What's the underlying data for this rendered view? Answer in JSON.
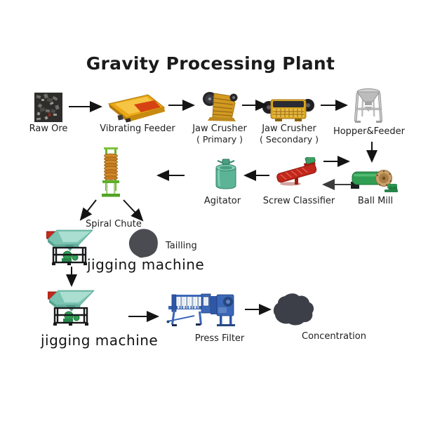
{
  "title": "Gravity Processing Plant",
  "colors": {
    "background": "#ffffff",
    "text": "#1e1e1e",
    "arrow": "#141414",
    "arrow_return": "#3c3c3c",
    "machine_yellow": "#d9a120",
    "machine_green": "#2f9e52",
    "machine_teal": "#5cb497",
    "machine_red": "#c1271b",
    "machine_blue": "#3b67b8",
    "machine_gray": "#bcbcbc",
    "ore_blob": "#45454d"
  },
  "nodes": {
    "raw_ore": {
      "label": "Raw Ore"
    },
    "vibrating_feeder": {
      "label": "Vibrating Feeder"
    },
    "jaw_crusher_primary": {
      "label": "Jaw Crusher",
      "sublabel": "( Primary )"
    },
    "jaw_crusher_secondary": {
      "label": "Jaw Crusher",
      "sublabel": "( Secondary )"
    },
    "hopper_feeder": {
      "label": "Hopper&Feeder"
    },
    "ball_mill": {
      "label": "Ball Mill"
    },
    "screw_classifier": {
      "label": "Screw Classifier"
    },
    "agitator": {
      "label": "Agitator"
    },
    "spiral_chute": {
      "label": "Spiral Chute"
    },
    "jigging_machine_1": {
      "label": "jigging machine"
    },
    "tailing": {
      "label": "Tailling"
    },
    "jigging_machine_2": {
      "label": "jigging machine"
    },
    "press_filter": {
      "label": "Press Filter"
    },
    "concentration": {
      "label": "Concentration"
    }
  },
  "edges": [
    {
      "from": "raw_ore",
      "to": "vibrating_feeder"
    },
    {
      "from": "vibrating_feeder",
      "to": "jaw_crusher_primary"
    },
    {
      "from": "jaw_crusher_primary",
      "to": "jaw_crusher_secondary"
    },
    {
      "from": "jaw_crusher_secondary",
      "to": "hopper_feeder"
    },
    {
      "from": "hopper_feeder",
      "to": "ball_mill"
    },
    {
      "from": "ball_mill",
      "to": "screw_classifier"
    },
    {
      "from": "screw_classifier",
      "to": "ball_mill"
    },
    {
      "from": "screw_classifier",
      "to": "agitator"
    },
    {
      "from": "agitator",
      "to": "spiral_chute"
    },
    {
      "from": "spiral_chute",
      "to": "jigging_machine_1"
    },
    {
      "from": "spiral_chute",
      "to": "tailing"
    },
    {
      "from": "jigging_machine_1",
      "to": "jigging_machine_2"
    },
    {
      "from": "jigging_machine_2",
      "to": "press_filter"
    },
    {
      "from": "press_filter",
      "to": "concentration"
    }
  ]
}
